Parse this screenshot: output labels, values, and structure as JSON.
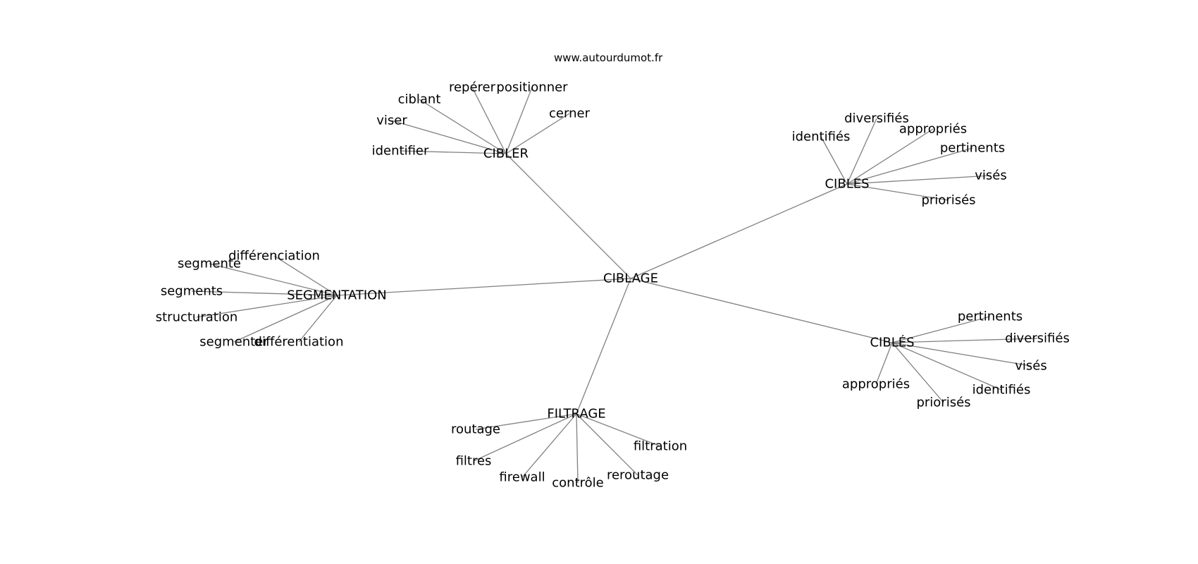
{
  "site": "www.autourdumot.fr",
  "center": "CIBLAGE",
  "groups": [
    {
      "hub": "CIBLER",
      "leaves": [
        "repérer",
        "positionner",
        "ciblant",
        "cerner",
        "viser",
        "identifier"
      ]
    },
    {
      "hub": "CIBLES",
      "leaves": [
        "diversifiés",
        "appropriés",
        "identifiés",
        "pertinents",
        "visés",
        "priorisés"
      ]
    },
    {
      "hub": "SEGMENTATION",
      "leaves": [
        "différenciation",
        "segmente",
        "segments",
        "structuration",
        "segmenter",
        "différentiation"
      ]
    },
    {
      "hub": "CIBLÉS",
      "leaves": [
        "pertinents",
        "diversifiés",
        "visés",
        "appropriés",
        "identifiés",
        "priorisés"
      ]
    },
    {
      "hub": "FILTRAGE",
      "leaves": [
        "routage",
        "filtration",
        "filtres",
        "reroutage",
        "firewall",
        "contrôle"
      ]
    }
  ],
  "colors": {
    "edge": "#808080",
    "text": "#000000",
    "background": "#ffffff"
  }
}
